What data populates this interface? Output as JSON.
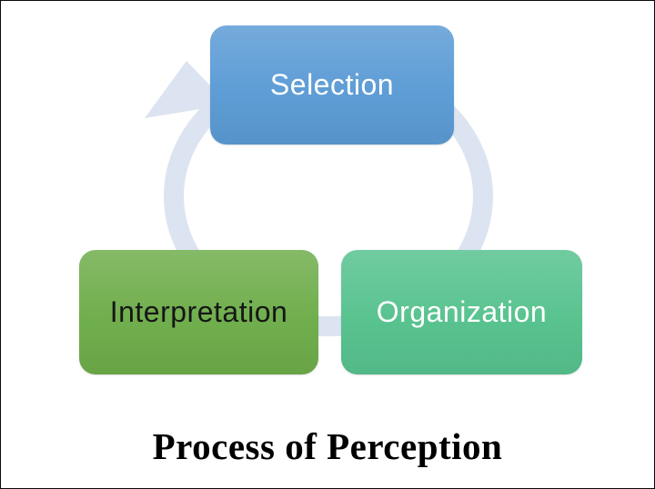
{
  "slide": {
    "title": "Process of Perception"
  },
  "diagram": {
    "type": "cycle",
    "arrow_color": "#dce4f1",
    "nodes": [
      {
        "id": "selection",
        "label": "Selection",
        "color": "#5b9bd5",
        "text_color": "#ffffff"
      },
      {
        "id": "interpretation",
        "label": "Interpretation",
        "color": "#6ead4a",
        "text_color": "#161616"
      },
      {
        "id": "organization",
        "label": "Organization",
        "color": "#56c28e",
        "text_color": "#ffffff"
      }
    ]
  }
}
